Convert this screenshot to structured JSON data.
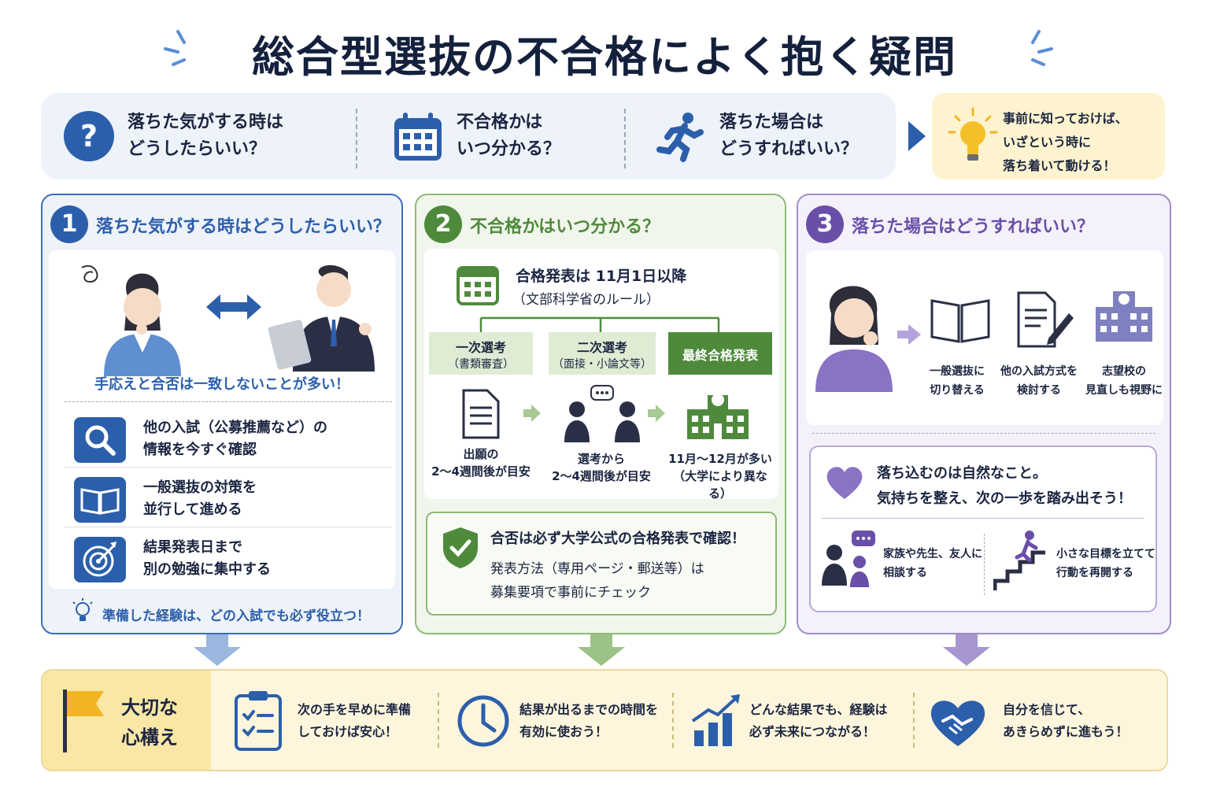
{
  "title": "総合型選抜の不合格によく抱く疑問",
  "top_questions": [
    {
      "icon": "question-icon",
      "text": "落ちた気がする時は\nどうしたらいい？"
    },
    {
      "icon": "calendar-icon",
      "text": "不合格かは\nいつ分かる？"
    },
    {
      "icon": "running-person-icon",
      "text": "落ちた場合は\nどうすればいい？"
    }
  ],
  "top_tip": "事前に知っておけば、\nいざという時に\n落ち着いて動ける！",
  "panel1": {
    "number": "1",
    "heading": "落ちた気がする時はどうしたらいい？",
    "caption": "手応えと合否は一致しないことが多い！",
    "items": [
      {
        "icon": "search-icon",
        "text": "他の入試（公募推薦など）の\n情報を今すぐ確認"
      },
      {
        "icon": "book-icon",
        "text": "一般選抜の対策を\n並行して進める"
      },
      {
        "icon": "target-icon",
        "text": "結果発表日まで\n別の勉強に集中する"
      }
    ],
    "footer": "準備した経験は、どの入試でも必ず役立つ！"
  },
  "panel2": {
    "number": "2",
    "heading": "不合格かはいつ分かる？",
    "announce_line1": "合格発表は 11月1日以降",
    "announce_line2": "（文部科学省のルール）",
    "stages": [
      {
        "title": "一次選考",
        "subtitle": "（書類審査）",
        "desc": "出願の\n2～4週間後が目安"
      },
      {
        "title": "二次選考",
        "subtitle": "（面接・小論文等）",
        "desc": "選考から\n2～4週間後が目安"
      },
      {
        "title": "最終合格発表",
        "subtitle": "",
        "desc": "11月～12月が多い\n（大学により異なる）"
      }
    ],
    "check_title": "合否は必ず大学公式の合格発表で確認！",
    "check_text": "発表方法（専用ページ・郵送等）は\n募集要項で事前にチェック"
  },
  "panel3": {
    "number": "3",
    "heading": "落ちた場合はどうすればいい？",
    "options": [
      "一般選抜に\n切り替える",
      "他の入試方式を\n検討する",
      "志望校の\n見直しも視野に"
    ],
    "emotion_text": "落ち込むのは自然なこと。\n気持ちを整え、次の一歩を踏み出そう！",
    "actions": [
      "家族や先生、友人に\n相談する",
      "小さな目標を立てて\n行動を再開する"
    ]
  },
  "bottom": {
    "label": "大切な\n心構え",
    "items": [
      {
        "icon": "clipboard-icon",
        "text": "次の手を早めに準備\nしておけば安心！"
      },
      {
        "icon": "clock-icon",
        "text": "結果が出るまでの時間を\n有効に使おう！"
      },
      {
        "icon": "growth-chart-icon",
        "text": "どんな結果でも、経験は\n必ず未来につながる！"
      },
      {
        "icon": "handshake-heart-icon",
        "text": "自分を信じて、\nあきらめずに進もう！"
      }
    ]
  },
  "colors": {
    "navy": "#14213d",
    "blue": "#2c5fab",
    "green": "#4f8a3c",
    "purple": "#6a4fa8",
    "yellow": "#f2c230"
  }
}
